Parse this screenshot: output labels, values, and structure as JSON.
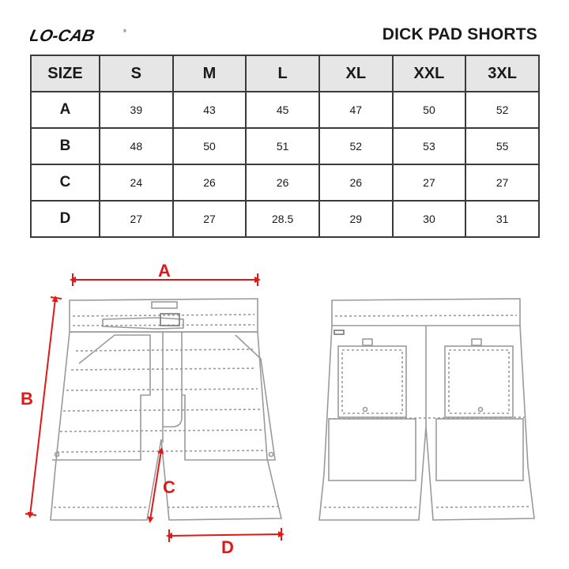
{
  "brand": {
    "logo_text": "LO-CAB"
  },
  "product": {
    "title": "DICK PAD SHORTS"
  },
  "table": {
    "header": [
      "SIZE",
      "S",
      "M",
      "L",
      "XL",
      "XXL",
      "3XL"
    ],
    "rows": [
      {
        "label": "A",
        "values": [
          "39",
          "43",
          "45",
          "47",
          "50",
          "52"
        ]
      },
      {
        "label": "B",
        "values": [
          "48",
          "50",
          "51",
          "52",
          "53",
          "55"
        ]
      },
      {
        "label": "C",
        "values": [
          "24",
          "26",
          "26",
          "26",
          "27",
          "27"
        ]
      },
      {
        "label": "D",
        "values": [
          "27",
          "27",
          "28.5",
          "29",
          "30",
          "31"
        ]
      }
    ]
  },
  "diagram": {
    "dimension_labels": {
      "a": "A",
      "b": "B",
      "c": "C",
      "d": "D"
    },
    "dimension_color": "#e01818",
    "line_color": "#9a9a9a"
  }
}
